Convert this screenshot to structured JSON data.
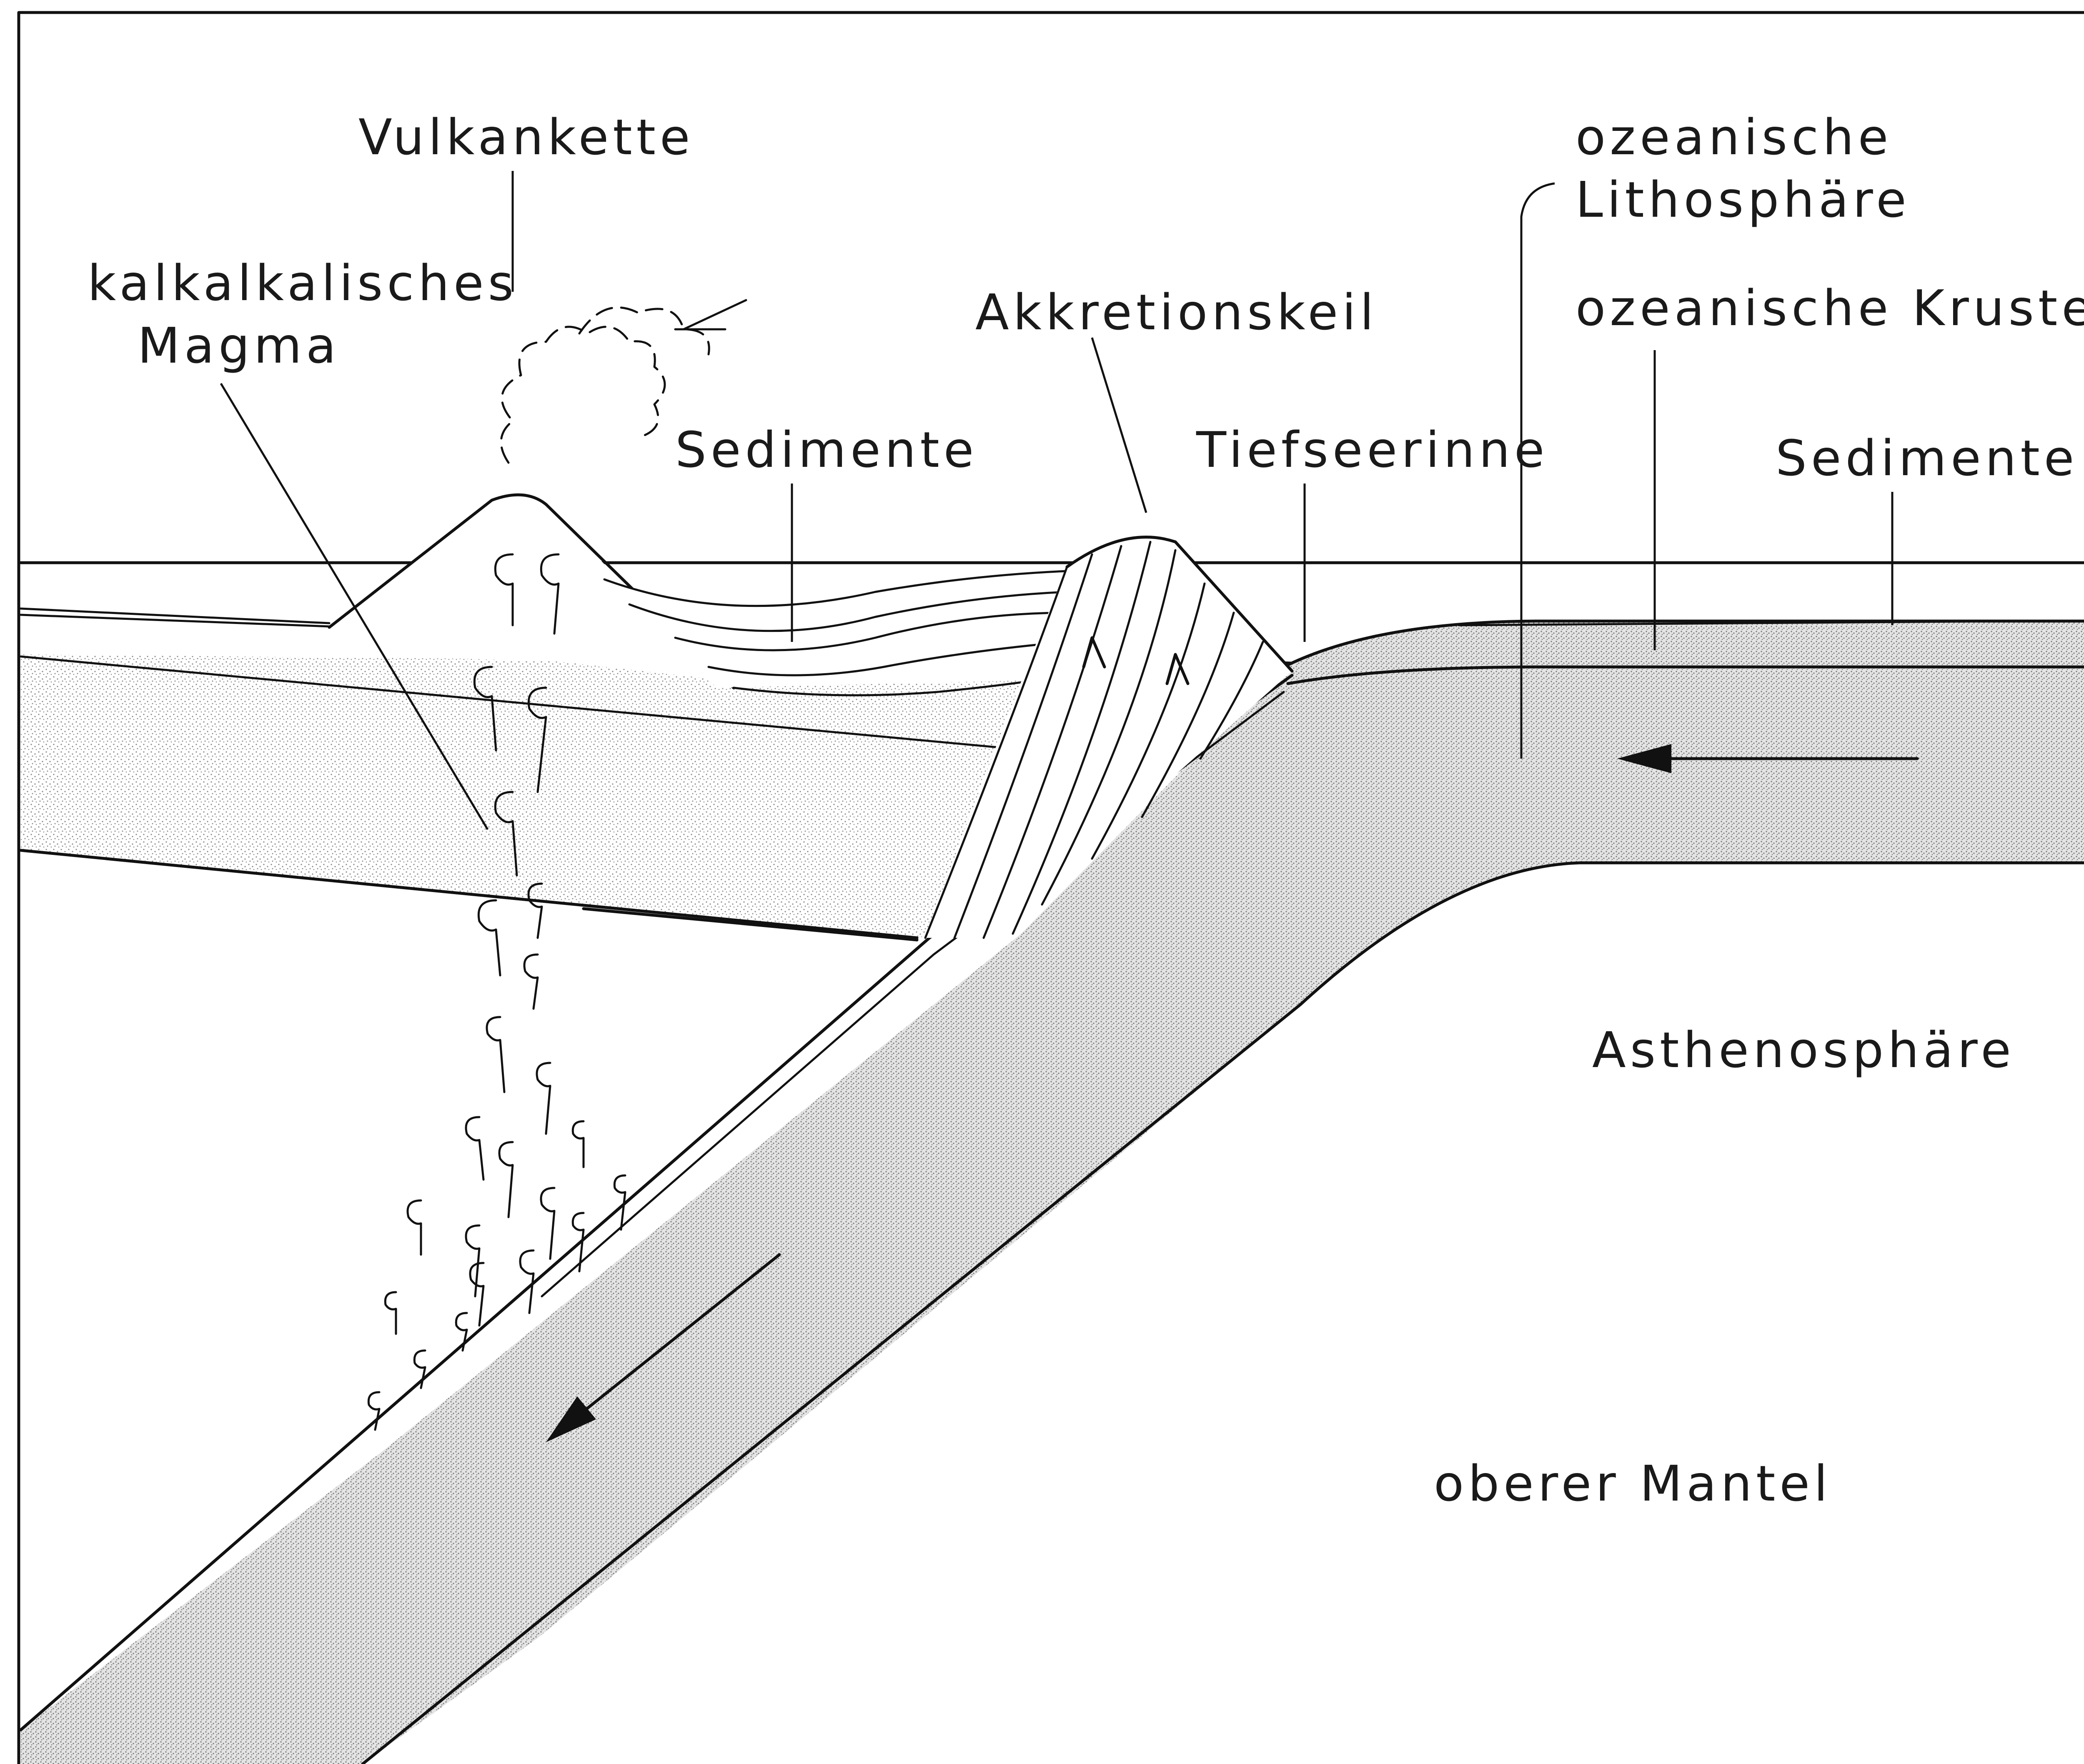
{
  "labels": {
    "vulkankette": "Vulkankette",
    "magma_line1": "kalkalkalisches",
    "magma_line2": "Magma",
    "akkretionskeil": "Akkretionskeil",
    "sedimente_left": "Sedimente",
    "tiefseerinne": "Tiefseerinne",
    "lithosphaere_line1": "ozeanische",
    "lithosphaere_line2": "Lithosphäre",
    "kruste": "ozeanische Kruste",
    "sedimente_right": "Sedimente",
    "asthenosphaere": "Asthenosphäre",
    "mantel": "oberer Mantel"
  },
  "colors": {
    "line": "#111111",
    "stipple": "#8a8a8a",
    "background": "#ffffff"
  }
}
